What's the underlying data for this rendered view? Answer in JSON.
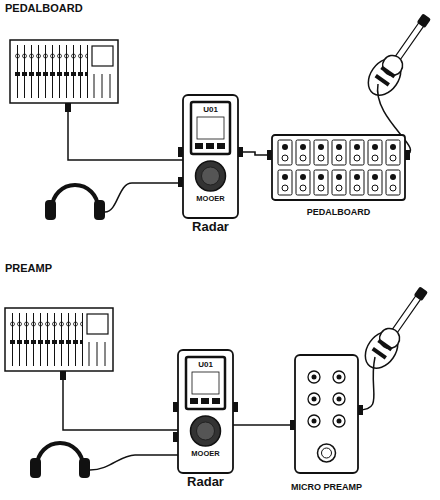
{
  "diagram": {
    "nodes": [
      {
        "text": [
          "U01",
          "MOOER",
          "Radar"
        ]
      },
      {
        "text": [
          "PEDALBOARD"
        ]
      },
      {
        "text": [
          "U01",
          "MOOER",
          "Radar"
        ]
      },
      {
        "text": [
          "MICRO PREAMP"
        ]
      }
    ],
    "edges": [
      {
        "from": 0,
        "to": 1,
        "arrow": "none"
      },
      {
        "from": 2,
        "to": 3,
        "arrow": "none"
      }
    ],
    "labels": [
      "PEDALBOARD",
      "PREAMP"
    ]
  }
}
